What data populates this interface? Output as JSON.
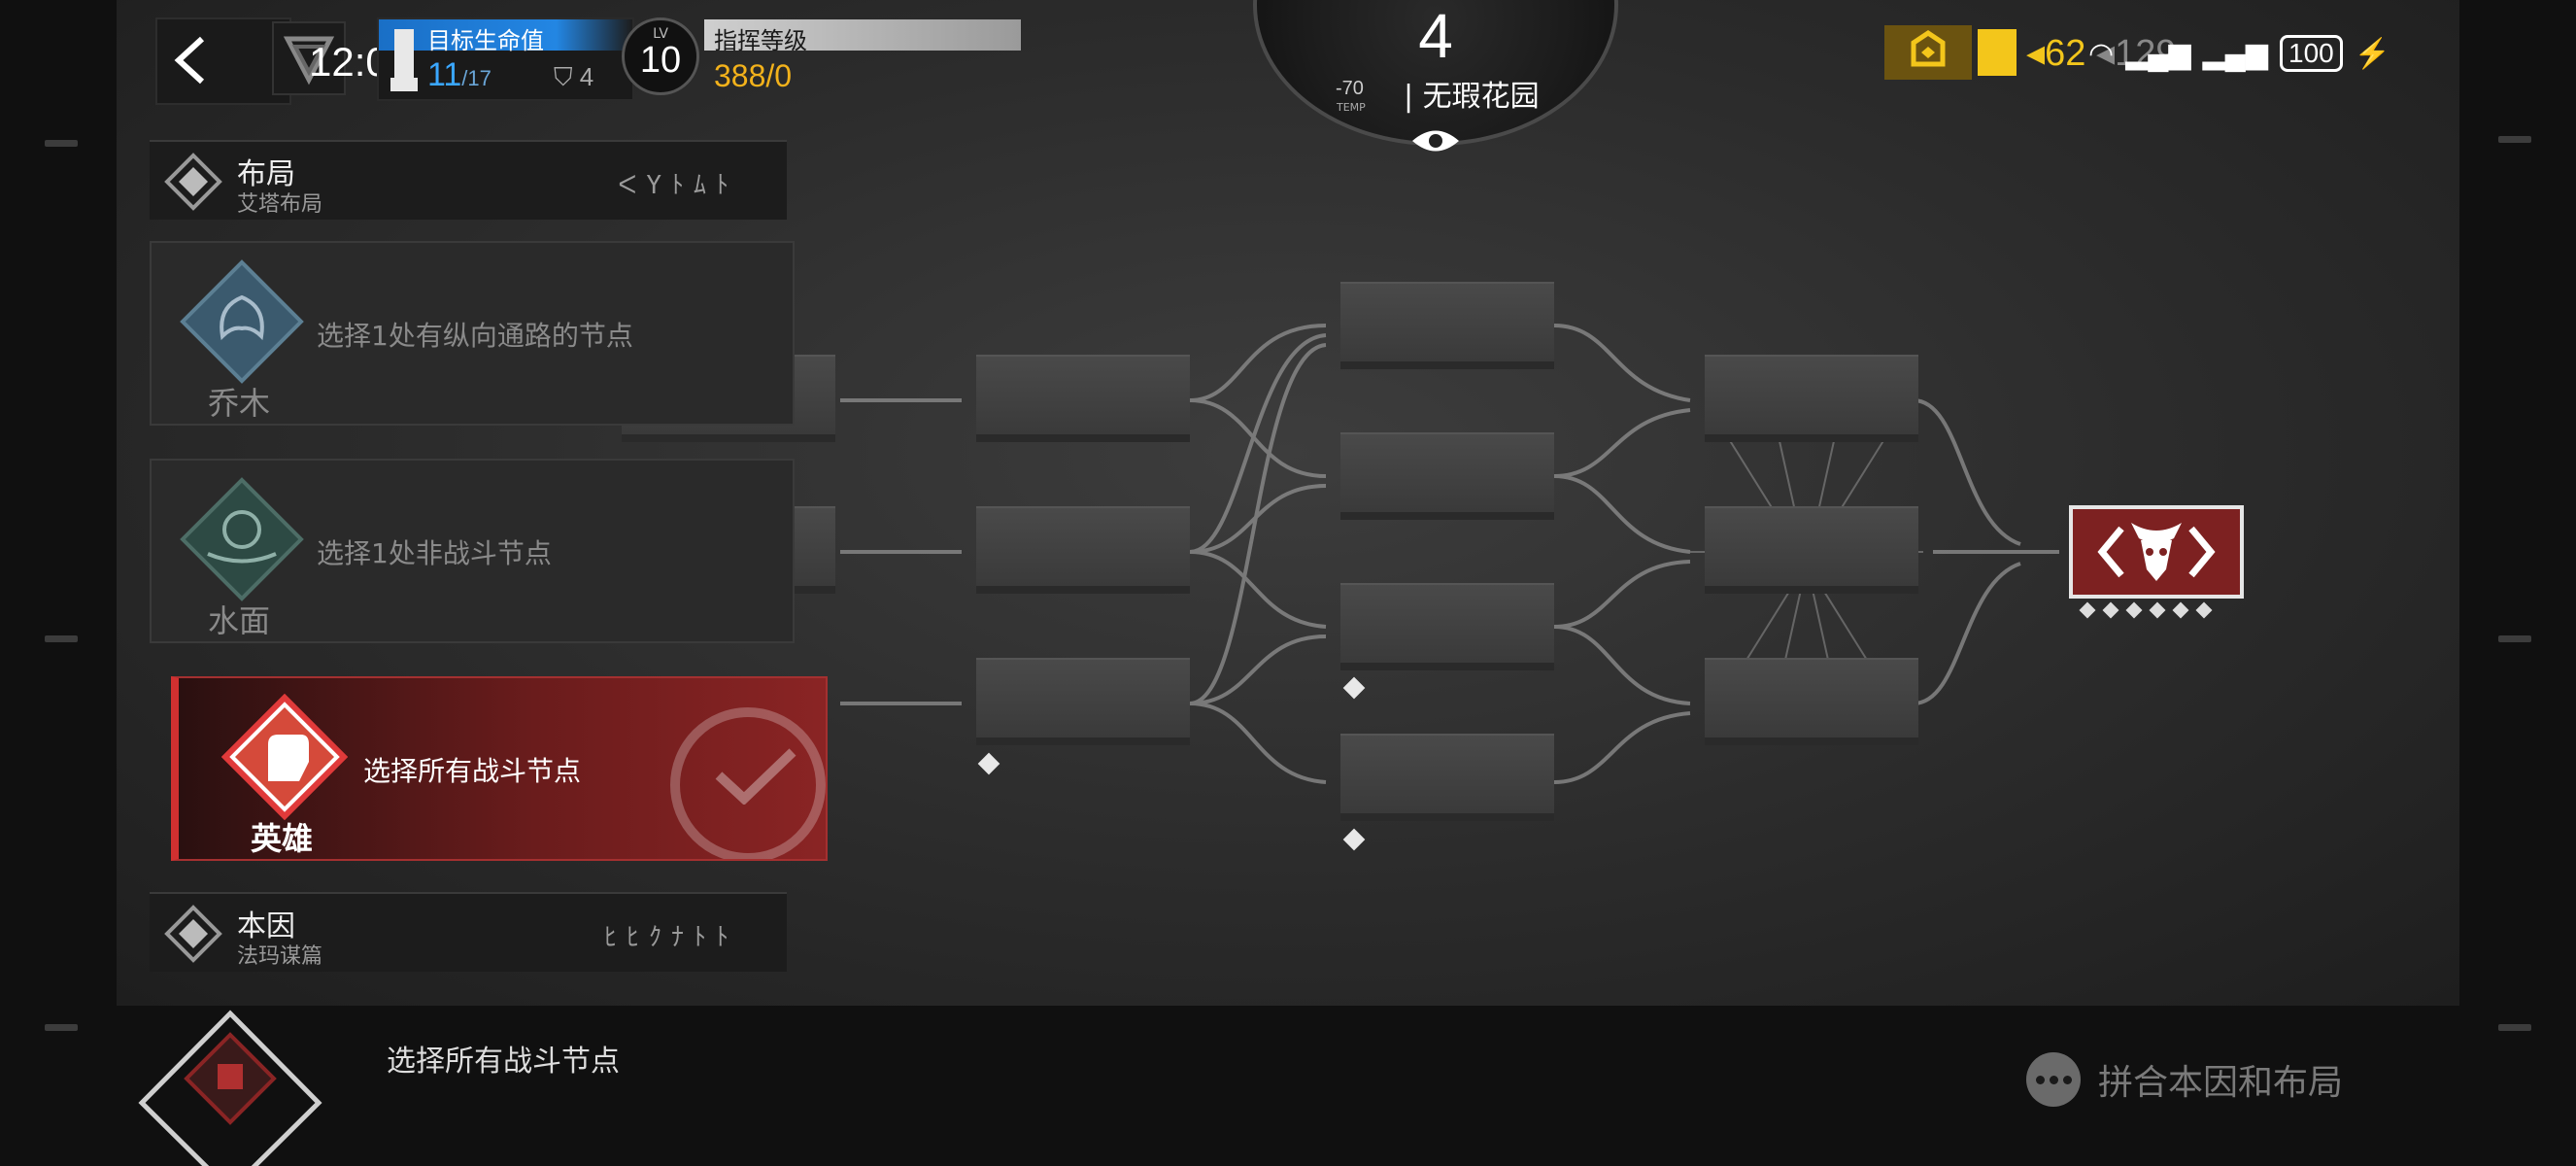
{
  "hud": {
    "clock": "12:01",
    "life": {
      "title": "目标生命值",
      "current": "11",
      "max": "/17",
      "shield": "4"
    },
    "level": {
      "label": "LV",
      "value": "10"
    },
    "command": {
      "title": "指挥等级",
      "value": "388/0"
    },
    "turn": "4",
    "temperature": "-70",
    "temperature_label": "TEMP",
    "area_name": "| 无瑕花园",
    "resource": {
      "current": "◂62",
      "max": "◂129"
    },
    "status": {
      "battery": "100"
    }
  },
  "panel": {
    "top_header": {
      "title": "布局",
      "subtitle": "艾塔布局",
      "runes": "ᐸYﾄﾑﾄ"
    },
    "cards": [
      {
        "name": "乔木",
        "desc": "选择1处有纵向通路的节点",
        "active": false
      },
      {
        "name": "水面",
        "desc": "选择1处非战斗节点",
        "active": false
      },
      {
        "name": "英雄",
        "desc": "选择所有战斗节点",
        "active": true
      }
    ],
    "bottom_header": {
      "title": "本因",
      "subtitle": "法玛谋篇",
      "runes": "ﾋﾋｸﾅﾄﾄ"
    }
  },
  "bottom": {
    "selected_text": "选择所有战斗节点",
    "merge_label": "拼合本因和布局"
  },
  "colors": {
    "accent_red": "#8a2424",
    "life_blue": "#2386e3",
    "gold": "#f3c61b"
  }
}
